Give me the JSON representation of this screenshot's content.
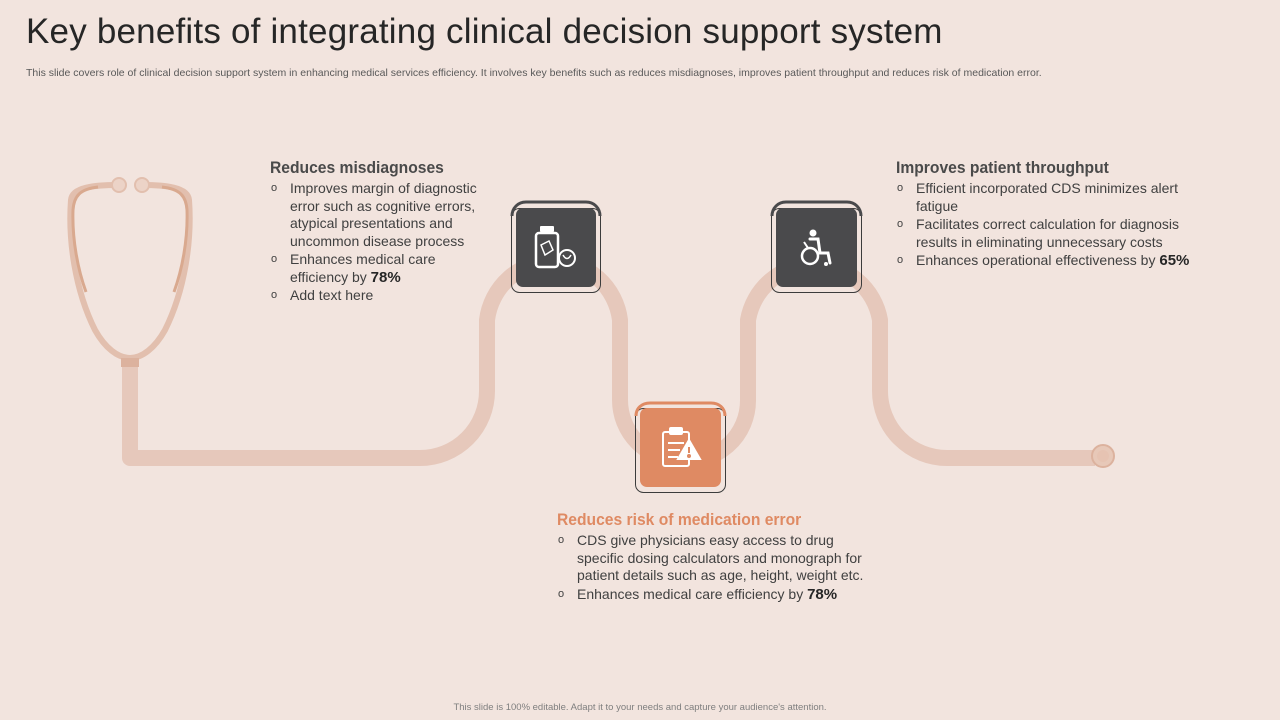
{
  "header": {
    "title": "Key benefits of integrating clinical decision support system",
    "subtitle": "This slide covers role of clinical decision support system in enhancing medical services efficiency. It involves key benefits such as reduces misdiagnoses, improves patient throughput and reduces risk of medication error."
  },
  "colors": {
    "background": "#f2e4de",
    "tube": "#e6c8bb",
    "dark_box": "#4a4a4c",
    "accent": "#df8a63"
  },
  "benefits": [
    {
      "title": "Reduces misdiagnoses",
      "icon": "medicine-bottle-icon",
      "items": [
        {
          "text": "Improves margin of diagnostic error such as cognitive errors, atypical presentations and uncommon disease process",
          "strong": ""
        },
        {
          "text": "Enhances medical care efficiency by ",
          "strong": "78%"
        },
        {
          "text": "Add text here",
          "strong": ""
        }
      ]
    },
    {
      "title": "Reduces risk of medication error",
      "icon": "clipboard-warning-icon",
      "items": [
        {
          "text": "CDS give physicians easy access to drug specific dosing calculators and monograph for patient details such as age, height, weight etc.",
          "strong": ""
        },
        {
          "text": "Enhances medical care efficiency by ",
          "strong": "78%"
        }
      ]
    },
    {
      "title": "Improves patient throughput",
      "icon": "wheelchair-patient-icon",
      "items": [
        {
          "text": "Efficient incorporated CDS minimizes alert fatigue",
          "strong": ""
        },
        {
          "text": "Facilitates correct calculation for diagnosis results in eliminating unnecessary costs",
          "strong": ""
        },
        {
          "text": "Enhances operational effectiveness by ",
          "strong": "65%"
        }
      ]
    }
  ],
  "footer": {
    "text": "This slide is 100% editable. Adapt it to your needs and capture your audience's attention."
  }
}
